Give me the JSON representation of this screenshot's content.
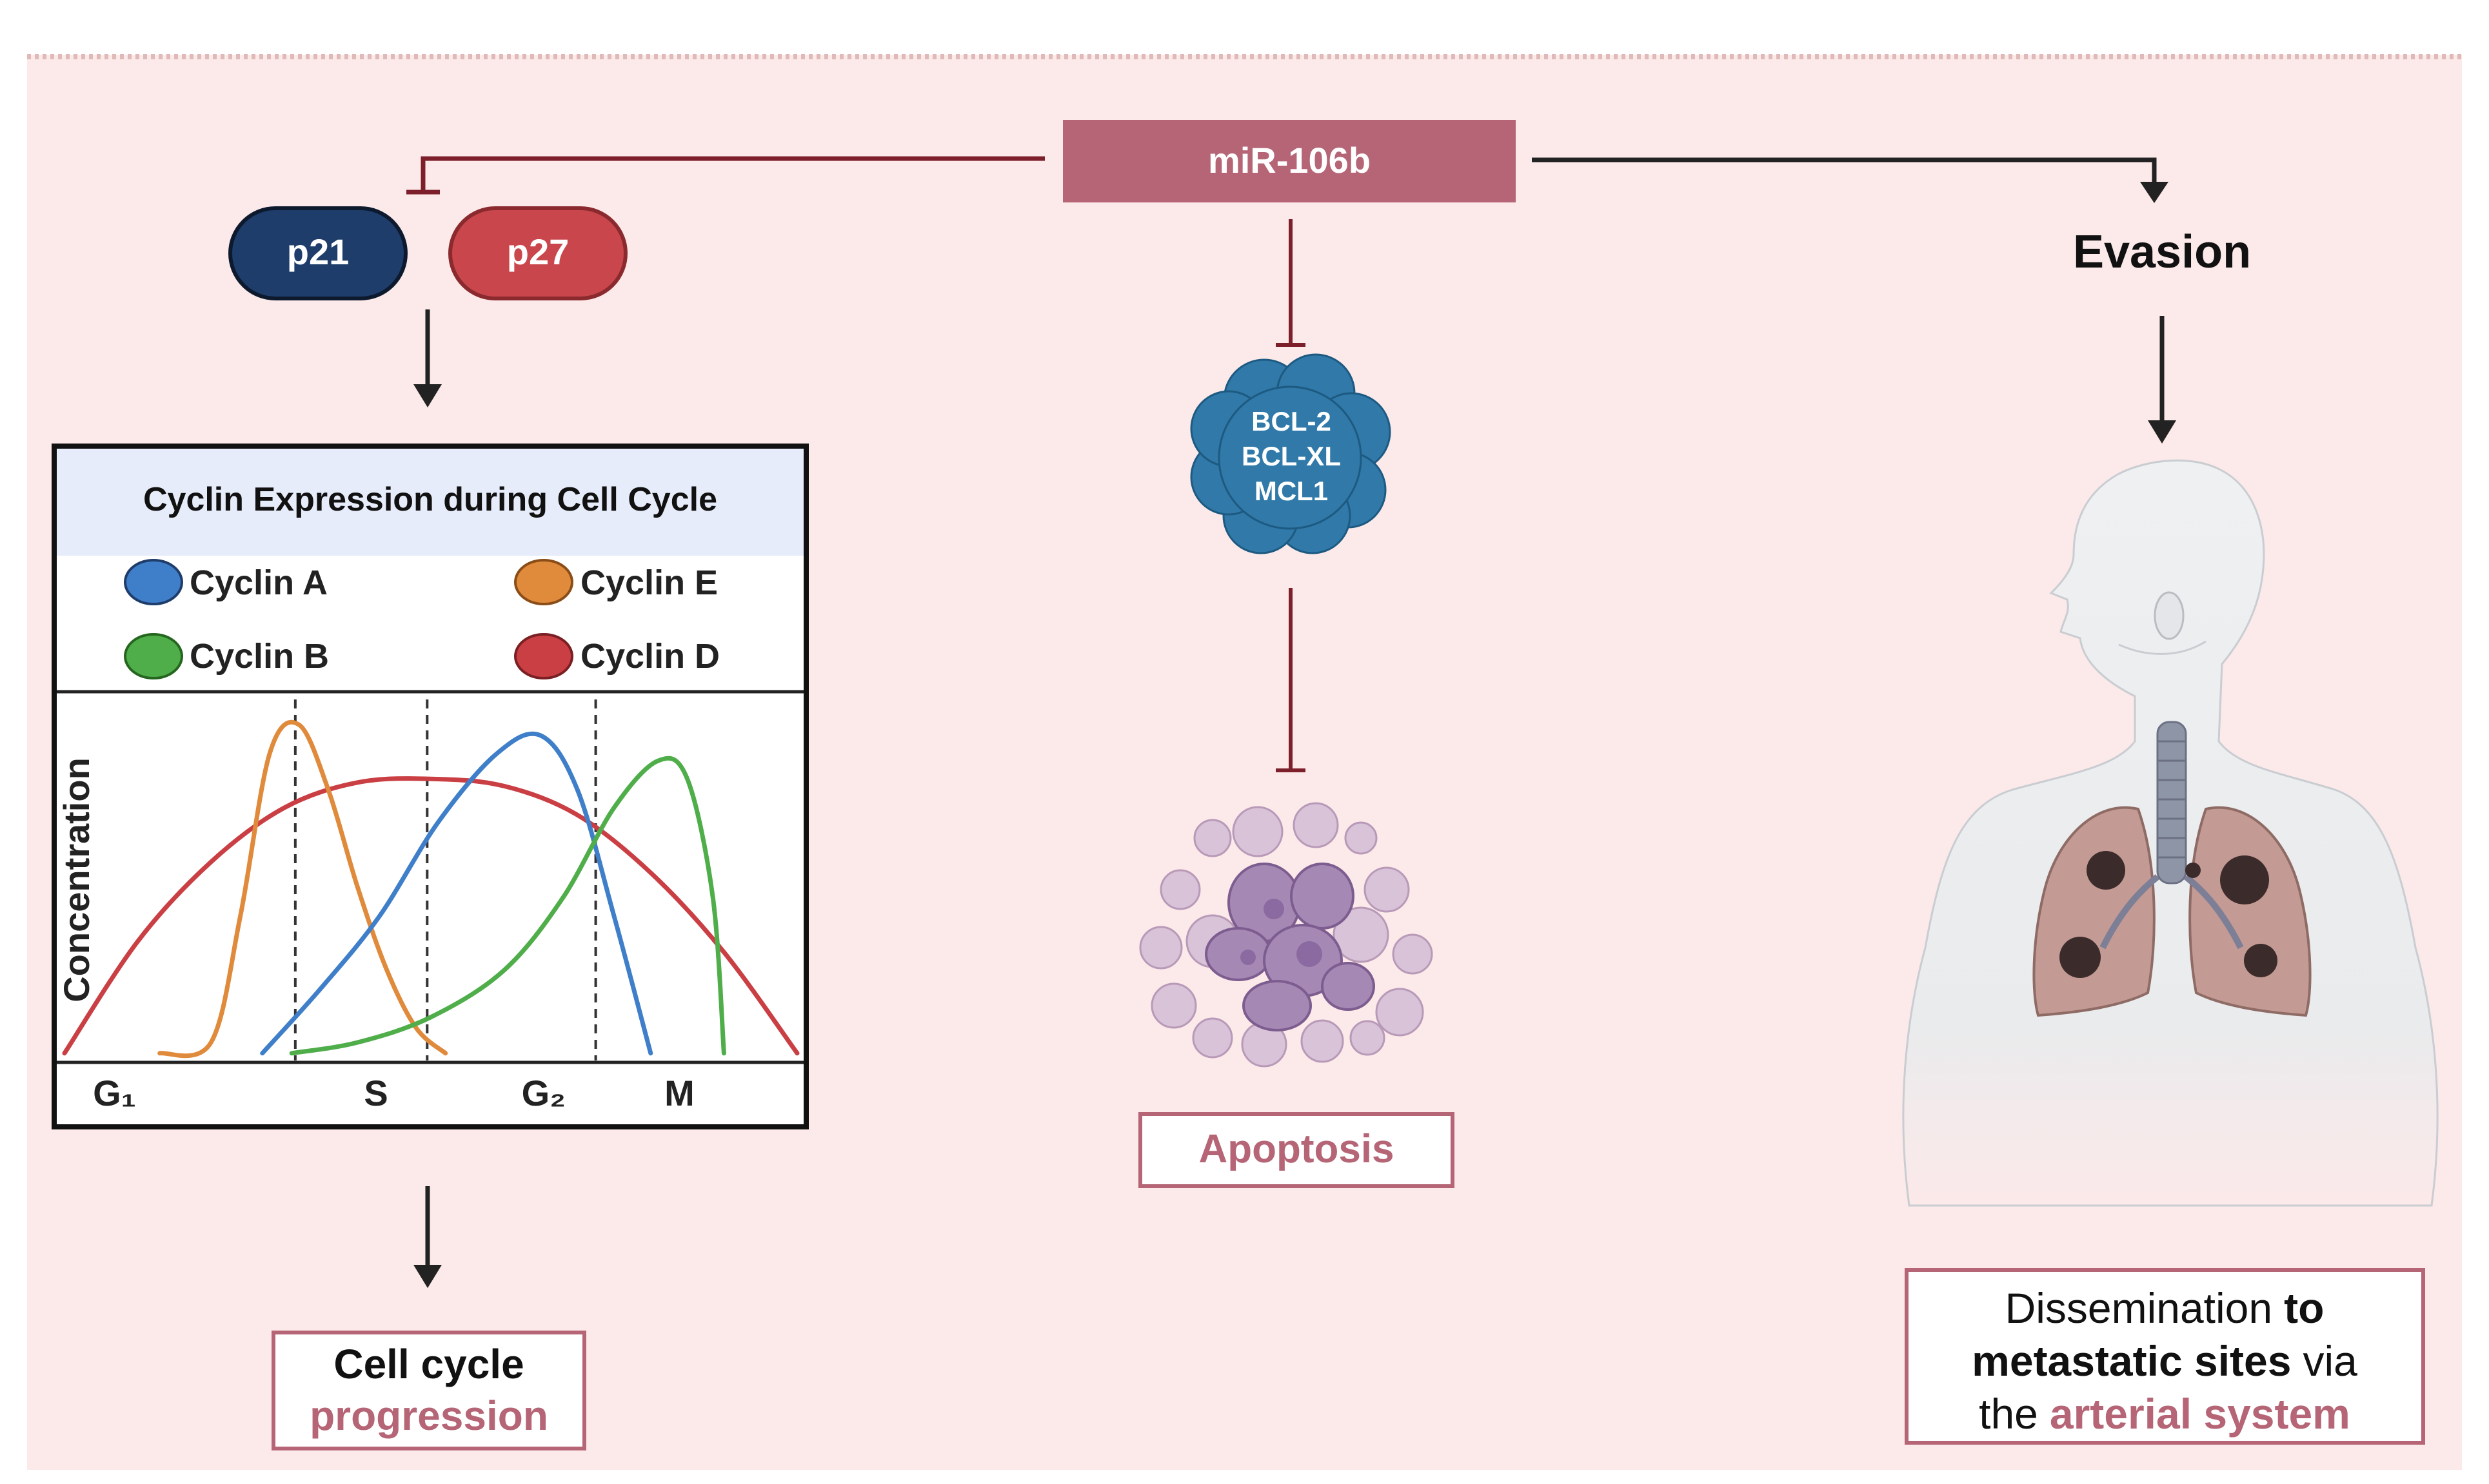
{
  "colors": {
    "background": "#fce9e9",
    "mir_box": "#b56575",
    "inhibit_line": "#7d1f2a",
    "p21": "#1f3d6b",
    "p27": "#c9474c",
    "bcl_cloud": "#3079a8",
    "apoptosis_text": "#b56575",
    "cyclin_a": "#3f7fc9",
    "cyclin_e": "#e08a3c",
    "cyclin_b": "#4fae4a",
    "cyclin_d": "#c93f44",
    "chart_header": "#e6ecfa"
  },
  "mir": {
    "label": "miR-106b"
  },
  "proteins": {
    "p21": "p21",
    "p27": "p27"
  },
  "bcl": {
    "line1": "BCL-2",
    "line2": "BCL-XL",
    "line3": "MCL1"
  },
  "evasion": {
    "label": "Evasion"
  },
  "apoptosis": {
    "label": "Apoptosis"
  },
  "cell_cycle": {
    "line1": "Cell cycle",
    "line2": "progression"
  },
  "dissemination": {
    "l1": "Dissemination",
    "l1b": "to",
    "l2": "metastatic sites",
    "l2b": "via",
    "l3": "the",
    "l3b": "arterial system"
  },
  "chart_data": {
    "type": "line",
    "title": "Cyclin Expression during Cell Cycle",
    "ylabel": "Concentration",
    "x_ticks": [
      "G₁",
      "S",
      "G₂",
      "M"
    ],
    "legend": [
      "Cyclin A",
      "Cyclin E",
      "Cyclin B",
      "Cyclin D"
    ],
    "series": [
      {
        "name": "Cyclin D",
        "color": "#c93f44",
        "x": [
          0,
          1,
          2,
          3,
          4,
          5,
          6,
          7,
          8,
          9,
          10
        ],
        "y": [
          0.02,
          0.33,
          0.55,
          0.7,
          0.77,
          0.78,
          0.76,
          0.68,
          0.52,
          0.3,
          0.02
        ]
      },
      {
        "name": "Cyclin E",
        "color": "#e08a3c",
        "x": [
          1.3,
          2.0,
          2.4,
          2.8,
          3.2,
          3.6,
          4.0,
          4.4,
          4.8,
          5.2
        ],
        "y": [
          0.02,
          0.05,
          0.4,
          0.85,
          0.93,
          0.75,
          0.48,
          0.25,
          0.09,
          0.02
        ]
      },
      {
        "name": "Cyclin A",
        "color": "#3f7fc9",
        "x": [
          2.7,
          3.5,
          4.3,
          5.1,
          5.9,
          6.5,
          7.0,
          7.5,
          8.0
        ],
        "y": [
          0.02,
          0.2,
          0.4,
          0.66,
          0.85,
          0.9,
          0.75,
          0.4,
          0.02
        ]
      },
      {
        "name": "Cyclin B",
        "color": "#4fae4a",
        "x": [
          3.1,
          4.0,
          5.0,
          6.0,
          6.8,
          7.5,
          8.1,
          8.5,
          8.85,
          9.0
        ],
        "y": [
          0.02,
          0.05,
          0.12,
          0.25,
          0.45,
          0.7,
          0.83,
          0.78,
          0.45,
          0.02
        ]
      }
    ],
    "phase_dividers": [
      3.15,
      4.95,
      7.25
    ],
    "tick_x": [
      0.3,
      4.0,
      6.15,
      8.1
    ],
    "xlim": [
      0,
      10
    ],
    "ylim": [
      0,
      1
    ]
  }
}
